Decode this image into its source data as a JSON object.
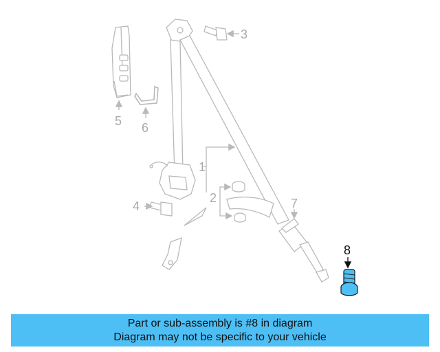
{
  "colors": {
    "outline": "#b9b9b9",
    "highlight_fill": "#4dbff5",
    "highlight_stroke": "#1a1a1a",
    "banner_bg": "#4dbff5"
  },
  "callouts": {
    "c1": "1",
    "c2": "2",
    "c3": "3",
    "c4": "4",
    "c5": "5",
    "c6": "6",
    "c7": "7",
    "c8": "8"
  },
  "banner": {
    "line1": "Part or sub-assembly is #8 in diagram",
    "line2": "Diagram may not be specific to your vehicle"
  }
}
